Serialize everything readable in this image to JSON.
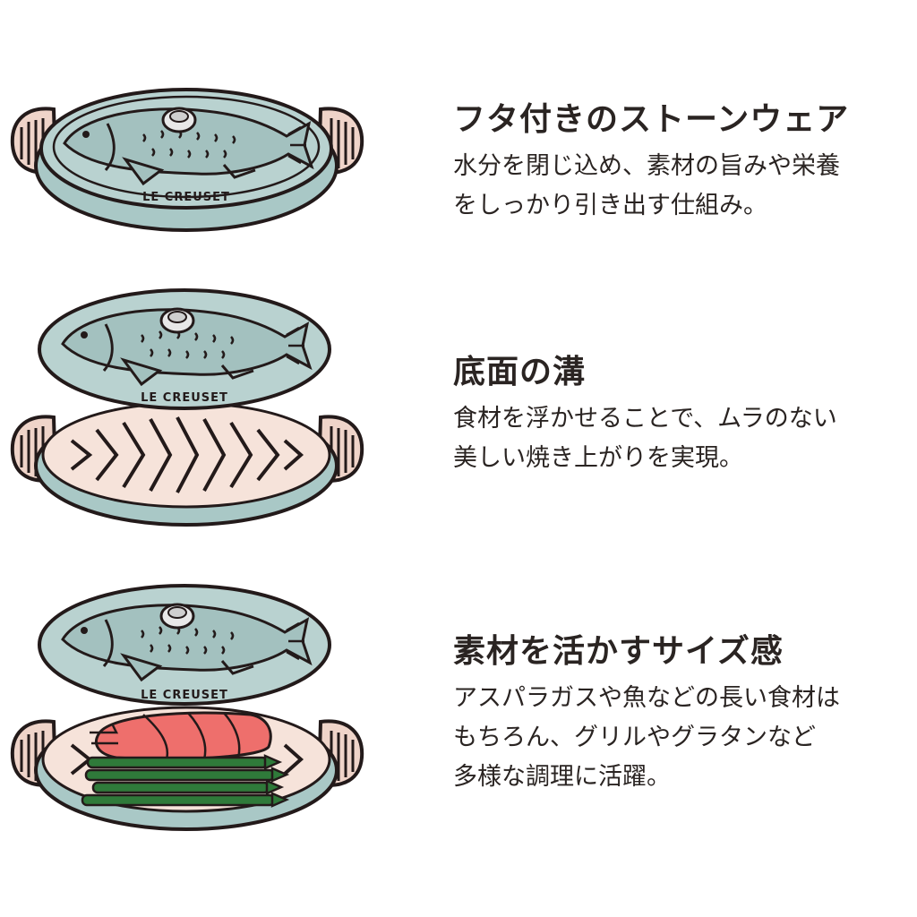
{
  "brand": {
    "logo_text": "LE CREUSET"
  },
  "colors": {
    "outline": "#231a1a",
    "lid": "#b9d2d0",
    "lid_shadow": "#a3c1bf",
    "base": "#a9c8c6",
    "handle": "#efd4c9",
    "grill": "#f6e3da",
    "salmon": "#ee6f6c",
    "asparagus": "#2f7a3a",
    "text": "#2a2422"
  },
  "features": [
    {
      "title": "フタ付きのストーンウェア",
      "desc_lines": [
        "水分を閉じ込め、素材の旨みや栄養",
        "をしっかり引き出す仕組み。"
      ]
    },
    {
      "title": "底面の溝",
      "desc_lines": [
        "食材を浮かせることで、ムラのない",
        "美しい焼き上がりを実現。"
      ]
    },
    {
      "title": "素材を活かすサイズ感",
      "desc_lines": [
        "アスパラガスや魚などの長い食材は",
        "もちろん、グリルやグラタンなど",
        "多様な調理に活躍。"
      ]
    }
  ]
}
